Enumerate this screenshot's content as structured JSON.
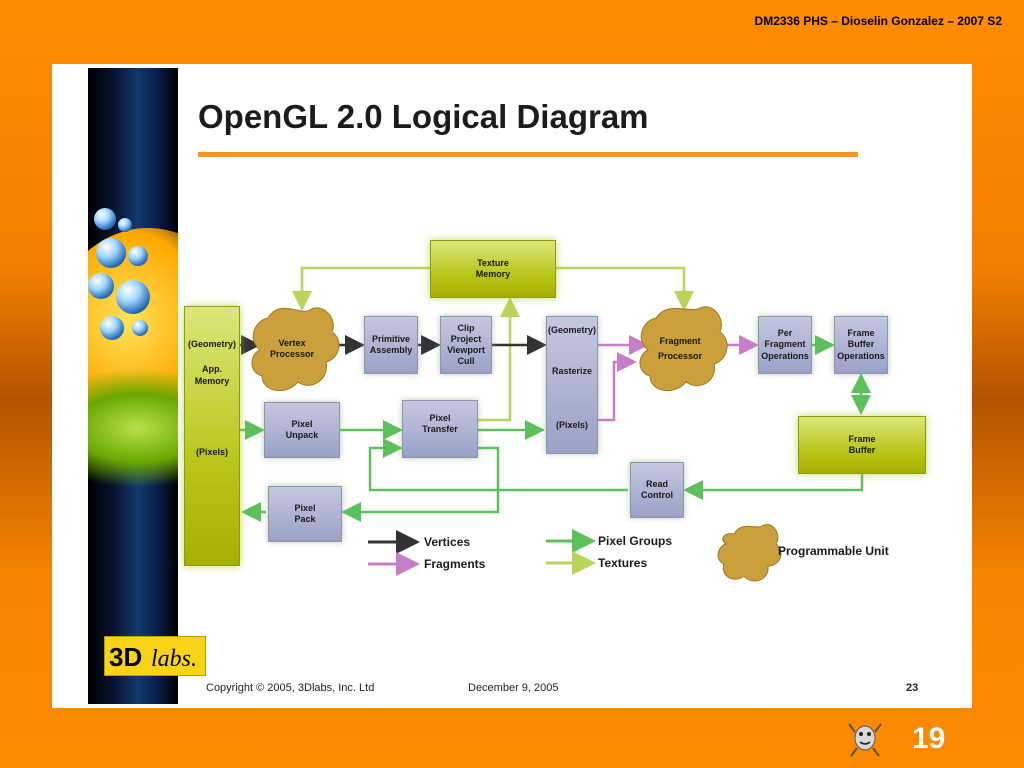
{
  "header": {
    "text": "DM2336 PHS – Dioselin Gonzalez – 2007 S2"
  },
  "slide": {
    "title": "OpenGL 2.0 Logical Diagram",
    "page_number": "19"
  },
  "diagram": {
    "texture_memory": [
      "Texture",
      "Memory"
    ],
    "app_memory": {
      "geometry": "(Geometry)",
      "label": [
        "App.",
        "Memory"
      ],
      "pixels": "(Pixels)"
    },
    "vertex_processor": [
      "Vertex",
      "Processor"
    ],
    "primitive_assembly": [
      "Primitive",
      "Assembly"
    ],
    "clip_project": [
      "Clip",
      "Project",
      "Viewport",
      "Cull"
    ],
    "rasterize": {
      "geometry": "(Geometry)",
      "label": "Rasterize",
      "pixels": "(Pixels)"
    },
    "fragment_processor": [
      "Fragment",
      "Processor"
    ],
    "per_fragment": [
      "Per",
      "Fragment",
      "Operations"
    ],
    "frame_buffer_ops": [
      "Frame",
      "Buffer",
      "Operations"
    ],
    "frame_buffer": [
      "Frame",
      "Buffer"
    ],
    "pixel_unpack": [
      "Pixel",
      "Unpack"
    ],
    "pixel_transfer": [
      "Pixel",
      "Transfer"
    ],
    "pixel_pack": [
      "Pixel",
      "Pack"
    ],
    "read_control": [
      "Read",
      "Control"
    ],
    "colors": {
      "vertices": "#333333",
      "fragments": "#c77dc7",
      "pixel_groups": "#5cc15c",
      "textures": "#b8d45a",
      "programmable": "#c9a03c"
    }
  },
  "legend": {
    "vertices": "Vertices",
    "fragments": "Fragments",
    "pixel_groups": "Pixel Groups",
    "textures": "Textures",
    "programmable_unit": "Programmable Unit"
  },
  "footer": {
    "copyright": "Copyright  © 2005, 3Dlabs, Inc. Ltd",
    "date": "December 9, 2005",
    "page": "23",
    "logo_main": "3D",
    "logo_italic": "labs."
  }
}
